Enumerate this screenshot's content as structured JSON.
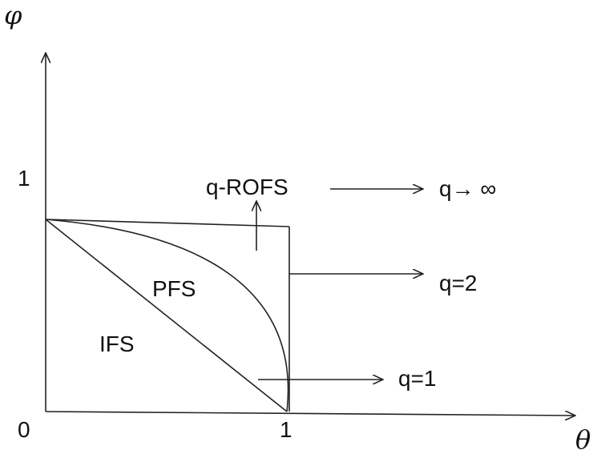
{
  "axes": {
    "y_label": "φ",
    "x_label": "θ",
    "origin": "0",
    "x_tick": "1",
    "y_tick": "1"
  },
  "regions": {
    "ifs": "IFS",
    "pfs": "PFS",
    "qrofs": "q-ROFS"
  },
  "annotations": {
    "q_inf": "q→ ∞",
    "q2": "q=2",
    "q1": "q=1"
  },
  "colors": {
    "line": "#222222",
    "text": "#111111",
    "background": "#ffffff"
  }
}
